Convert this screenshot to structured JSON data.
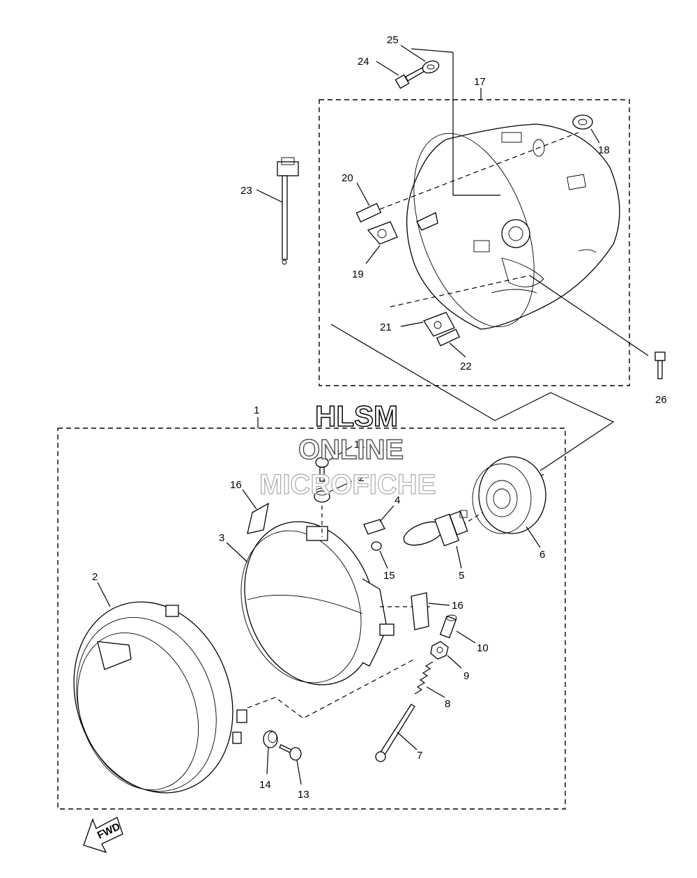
{
  "watermark": {
    "line1": "HLSM",
    "line2": "ONLINE",
    "line3": "MICROFICHE"
  },
  "direction_label": "FWD",
  "group_labels": {
    "lower_assembly": "1",
    "upper_assembly": "17"
  },
  "callouts": {
    "c2": "2",
    "c3": "3",
    "c4": "4",
    "c5": "5",
    "c6": "6",
    "c7": "7",
    "c8": "8",
    "c9": "9",
    "c10": "10",
    "c11": "11",
    "c12": "12",
    "c13": "13",
    "c14": "14",
    "c15": "15",
    "c16a": "16",
    "c16b": "16",
    "c18": "18",
    "c19": "19",
    "c20": "20",
    "c21": "21",
    "c22": "22",
    "c23": "23",
    "c24": "24",
    "c25": "25",
    "c26": "26"
  }
}
